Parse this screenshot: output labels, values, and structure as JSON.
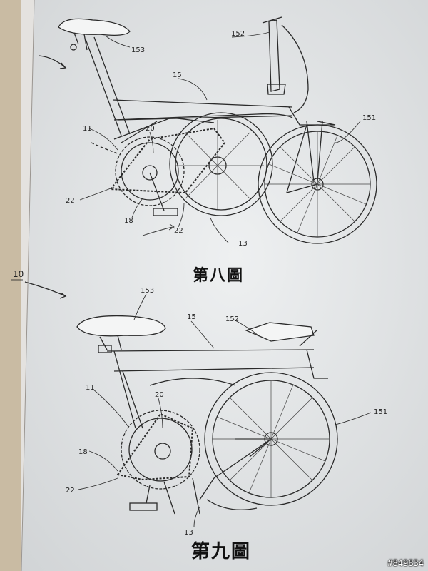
{
  "figure_8": {
    "title": "第八圖",
    "labels": {
      "seat": "153",
      "frame": "15",
      "handlebar": "152",
      "front_wheel": "151",
      "chainring_top": "20",
      "crank_left": "11",
      "sprocket_left": "22",
      "sprocket_lower": "22",
      "pedal_18": "18",
      "rear_13": "13"
    }
  },
  "figure_9": {
    "ref": "10",
    "title": "第九圖",
    "labels": {
      "seat": "153",
      "frame": "15",
      "handlebar": "152",
      "front_wheel": "151",
      "crank_11": "11",
      "chain_20": "20",
      "pedal_18": "18",
      "sprocket_22": "22",
      "rear_13": "13"
    }
  },
  "watermark": "#849834"
}
